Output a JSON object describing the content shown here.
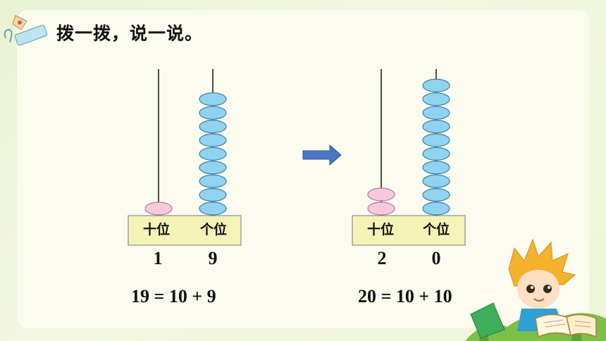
{
  "title": "拨一拨，说一说。",
  "left": {
    "tens_label": "十位",
    "ones_label": "个位",
    "tens_digit": "1",
    "ones_digit": "9",
    "equation": "19 = 10 + 9",
    "tens_beads": 1,
    "ones_beads": 9
  },
  "right": {
    "tens_label": "十位",
    "ones_label": "个位",
    "tens_digit": "2",
    "ones_digit": "0",
    "equation": "20 = 10 + 10",
    "tens_beads": 2,
    "ones_beads": 10
  },
  "colors": {
    "tens_bead": "#f7c9dc",
    "ones_bead": "#8fd3f0",
    "base": "#f6f3b8",
    "arrow": "#4a76c4"
  },
  "icons": [
    "eraser-icon",
    "pushpin-icon",
    "paperclip-icon",
    "arrow-right-icon",
    "boy-reading-illustration"
  ]
}
